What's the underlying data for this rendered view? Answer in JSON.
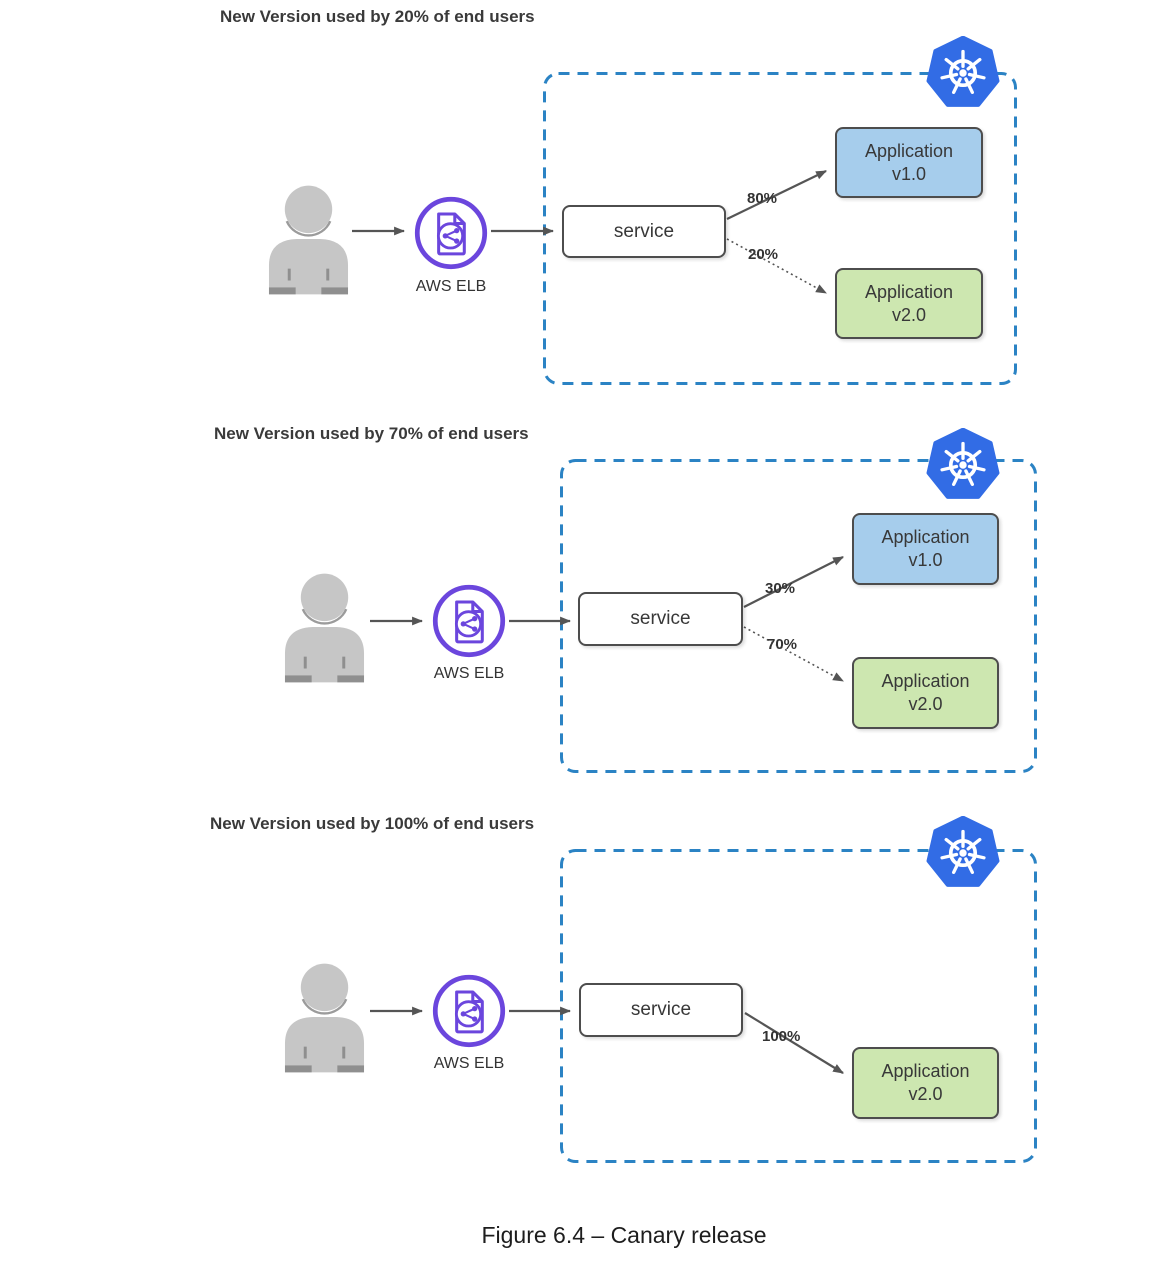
{
  "figure_caption": "Figure 6.4 – Canary release",
  "colors": {
    "kubernetes_blue": "#326ce5",
    "cluster_dashed_border": "#2b83c4",
    "app_v1_fill": "#a6cdec",
    "app_v2_fill": "#cde7b0",
    "elb_purple": "#6b46dd",
    "arrow_gray": "#555555",
    "node_border": "#4d4d4d",
    "user_gray": "#c6c6c6"
  },
  "icons": {
    "user": "user-silhouette",
    "elb": "aws-elb-document-share",
    "kubernetes": "kubernetes-helm-wheel"
  },
  "sections": [
    {
      "title": "New Version used by 20% of end users",
      "elb_label": "AWS ELB",
      "service_label": "service",
      "apps": [
        {
          "name": "Application",
          "version": "v1.0",
          "traffic": "80%"
        },
        {
          "name": "Application",
          "version": "v2.0",
          "traffic": "20%"
        }
      ]
    },
    {
      "title": "New Version used by 70% of end users",
      "elb_label": "AWS ELB",
      "service_label": "service",
      "apps": [
        {
          "name": "Application",
          "version": "v1.0",
          "traffic": "30%"
        },
        {
          "name": "Application",
          "version": "v2.0",
          "traffic": "70%"
        }
      ]
    },
    {
      "title": "New Version used by 100% of end users",
      "elb_label": "AWS ELB",
      "service_label": "service",
      "apps": [
        {
          "name": "Application",
          "version": "v2.0",
          "traffic": "100%"
        }
      ]
    }
  ]
}
